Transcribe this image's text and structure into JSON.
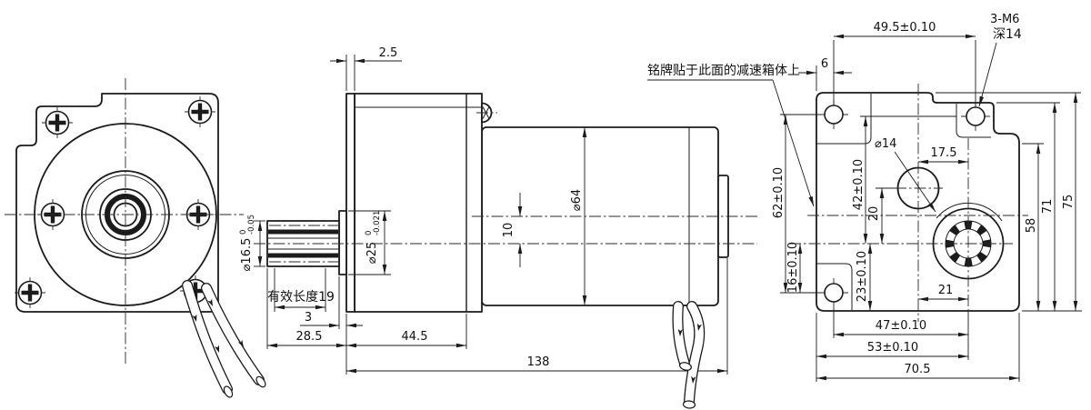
{
  "drawing": {
    "kind": "gear-motor three-view dimension drawing",
    "line_color": "#1b1b1b",
    "background": "#ffffff"
  },
  "side_view": {
    "flange_thickness": "2.5",
    "shaft_dia": {
      "value": "⌀16.5",
      "tol_upper": "0",
      "tol_lower": "-0.05"
    },
    "pilot_dia": {
      "value": "⌀25",
      "tol_upper": "0",
      "tol_lower": "-0.021"
    },
    "axis_offset": "10",
    "motor_dia": "⌀64",
    "spline_effective_length": "有效长度19",
    "boss_protrusion": "3",
    "shaft_to_flange": "28.5",
    "gearbox_length": "44.5",
    "overall_length": "138"
  },
  "back_view": {
    "nameplate_note": "铭牌贴于此面的减速箱体上",
    "hole_spacing_h": "49.5±0.10",
    "edge_to_hole": "6",
    "tap_callout": {
      "line1": "3-M6",
      "line2": "深14"
    },
    "hole_dia": "⌀14",
    "center_to_shaft_h": "17.5",
    "hole_row_to_shaft_v": "42±0.10",
    "hole_to_shaft_v": "20",
    "hole_rows_spacing_v": "62±0.10",
    "shaft_to_hole_v": "16±0.10",
    "shaft_to_bottom_v": "23±0.10",
    "center_to_shaft_bottom": "21",
    "height_58": "58",
    "height_71": "71",
    "height_75": "75",
    "hole_to_shaft_h": "47±0.10",
    "edge_to_shaft_h": "53±0.10",
    "overall_width": "70.5"
  }
}
